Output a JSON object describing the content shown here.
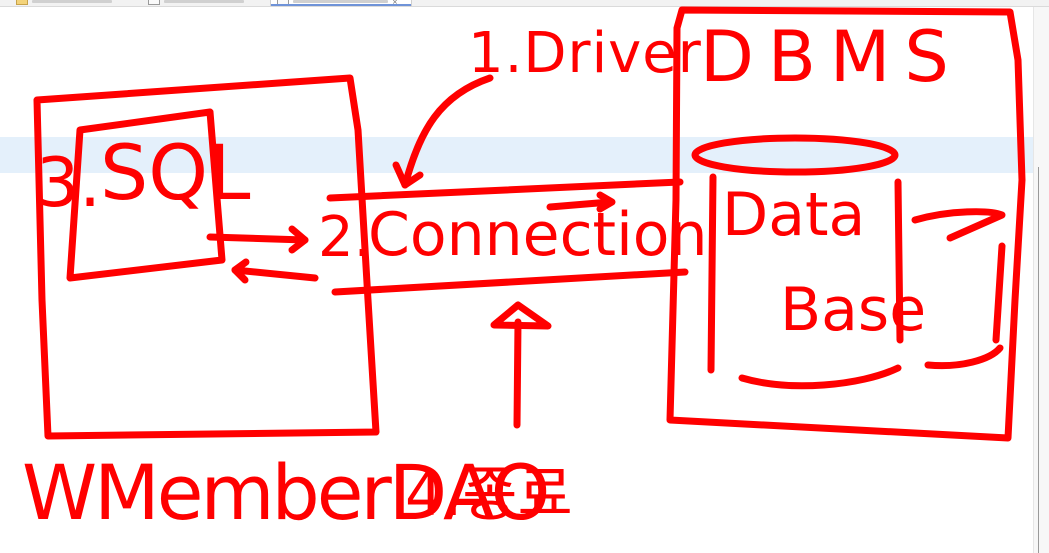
{
  "editor": {
    "tabs": [
      {
        "label": "",
        "icon": "java-warning-file-icon",
        "active": false
      },
      {
        "label": "",
        "icon": "java-file-icon",
        "active": false
      },
      {
        "label": "",
        "icon": "java-file-icon",
        "active": true,
        "close": "×"
      }
    ],
    "current_line_color": "#e4f0fb"
  },
  "annotation": {
    "stroke_color": "#ff0000",
    "labels": {
      "driver": "1.Driver",
      "dbms": "DBMS",
      "sql": "SQL",
      "sql_step": "3.",
      "connection": "Connection",
      "connection_step": "2.",
      "database_line1": "Data",
      "database_line2": "Base",
      "dao": "WMemberDAO",
      "close_step": "4.종료"
    }
  }
}
